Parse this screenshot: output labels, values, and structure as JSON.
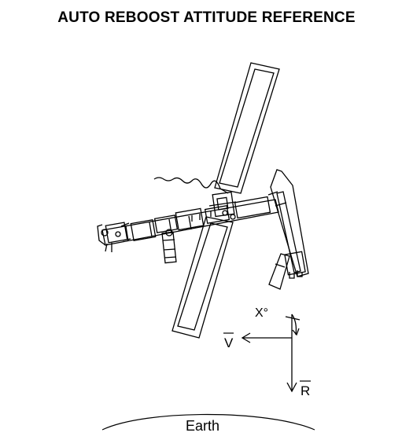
{
  "title": "AUTO REBOOST ATTITUDE REFERENCE",
  "labels": {
    "x_angle": "X°",
    "velocity": "V",
    "radius": "R",
    "earth": "Earth"
  }
}
